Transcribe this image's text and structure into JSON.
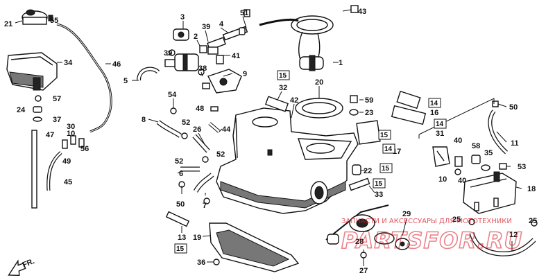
{
  "diagram": {
    "labels": [
      {
        "id": "p21",
        "text": "21"
      },
      {
        "id": "p55",
        "text": "55"
      },
      {
        "id": "p34",
        "text": "34"
      },
      {
        "id": "p57",
        "text": "57"
      },
      {
        "id": "p24",
        "text": "24"
      },
      {
        "id": "p37",
        "text": "37"
      },
      {
        "id": "p47",
        "text": "47"
      },
      {
        "id": "p30",
        "text": "30"
      },
      {
        "id": "p10",
        "text": "10"
      },
      {
        "id": "p56",
        "text": "56"
      },
      {
        "id": "p49",
        "text": "49"
      },
      {
        "id": "p45",
        "text": "45"
      },
      {
        "id": "p46",
        "text": "46"
      },
      {
        "id": "p3",
        "text": "3"
      },
      {
        "id": "p2",
        "text": "2"
      },
      {
        "id": "p39a",
        "text": "39"
      },
      {
        "id": "p4",
        "text": "4"
      },
      {
        "id": "p51",
        "text": "51"
      },
      {
        "id": "p39b",
        "text": "39"
      },
      {
        "id": "p41",
        "text": "41"
      },
      {
        "id": "p38",
        "text": "38"
      },
      {
        "id": "p5",
        "text": "5"
      },
      {
        "id": "p9",
        "text": "9"
      },
      {
        "id": "p54",
        "text": "54"
      },
      {
        "id": "p48",
        "text": "48"
      },
      {
        "id": "p8",
        "text": "8"
      },
      {
        "id": "p52a",
        "text": "52"
      },
      {
        "id": "p26",
        "text": "26"
      },
      {
        "id": "p44",
        "text": "44"
      },
      {
        "id": "p52b",
        "text": "52"
      },
      {
        "id": "p52c",
        "text": "52"
      },
      {
        "id": "p6",
        "text": "6"
      },
      {
        "id": "p50a",
        "text": "50"
      },
      {
        "id": "p7",
        "text": "7"
      },
      {
        "id": "p13",
        "text": "13"
      },
      {
        "id": "p19",
        "text": "19"
      },
      {
        "id": "p36",
        "text": "36"
      },
      {
        "id": "p43",
        "text": "43"
      },
      {
        "id": "p1",
        "text": "1"
      },
      {
        "id": "p32",
        "text": "32"
      },
      {
        "id": "p42",
        "text": "42"
      },
      {
        "id": "p20",
        "text": "20"
      },
      {
        "id": "p59",
        "text": "59"
      },
      {
        "id": "p23",
        "text": "23"
      },
      {
        "id": "p16",
        "text": "16"
      },
      {
        "id": "p31",
        "text": "31"
      },
      {
        "id": "p17",
        "text": "17"
      },
      {
        "id": "p22",
        "text": "22"
      },
      {
        "id": "p33",
        "text": "33"
      },
      {
        "id": "p50b",
        "text": "50"
      },
      {
        "id": "p11",
        "text": "11"
      },
      {
        "id": "p40a",
        "text": "40"
      },
      {
        "id": "p58",
        "text": "58"
      },
      {
        "id": "p35",
        "text": "35"
      },
      {
        "id": "p53",
        "text": "53"
      },
      {
        "id": "p10b",
        "text": "10"
      },
      {
        "id": "p40b",
        "text": "40"
      },
      {
        "id": "p18",
        "text": "18"
      },
      {
        "id": "p25a",
        "text": "25"
      },
      {
        "id": "p25b",
        "text": "25"
      },
      {
        "id": "p12",
        "text": "12"
      },
      {
        "id": "p29",
        "text": "29"
      },
      {
        "id": "p28",
        "text": "28"
      },
      {
        "id": "p27",
        "text": "27"
      }
    ],
    "boxed_labels": [
      {
        "id": "b15a",
        "text": "15"
      },
      {
        "id": "b15b",
        "text": "15"
      },
      {
        "id": "b14a",
        "text": "14"
      },
      {
        "id": "b14b",
        "text": "14"
      },
      {
        "id": "b14c",
        "text": "14"
      },
      {
        "id": "b15c",
        "text": "15"
      },
      {
        "id": "b15d",
        "text": "15"
      },
      {
        "id": "b15e",
        "text": "15"
      }
    ],
    "direction_marker": "FR.",
    "watermark": {
      "line": "ЗАПЧАСТИ И АКСЕССУАРЫ ДЛЯ МОТОТЕХНИКИ",
      "logo": "PARTSFOR.RU"
    }
  }
}
